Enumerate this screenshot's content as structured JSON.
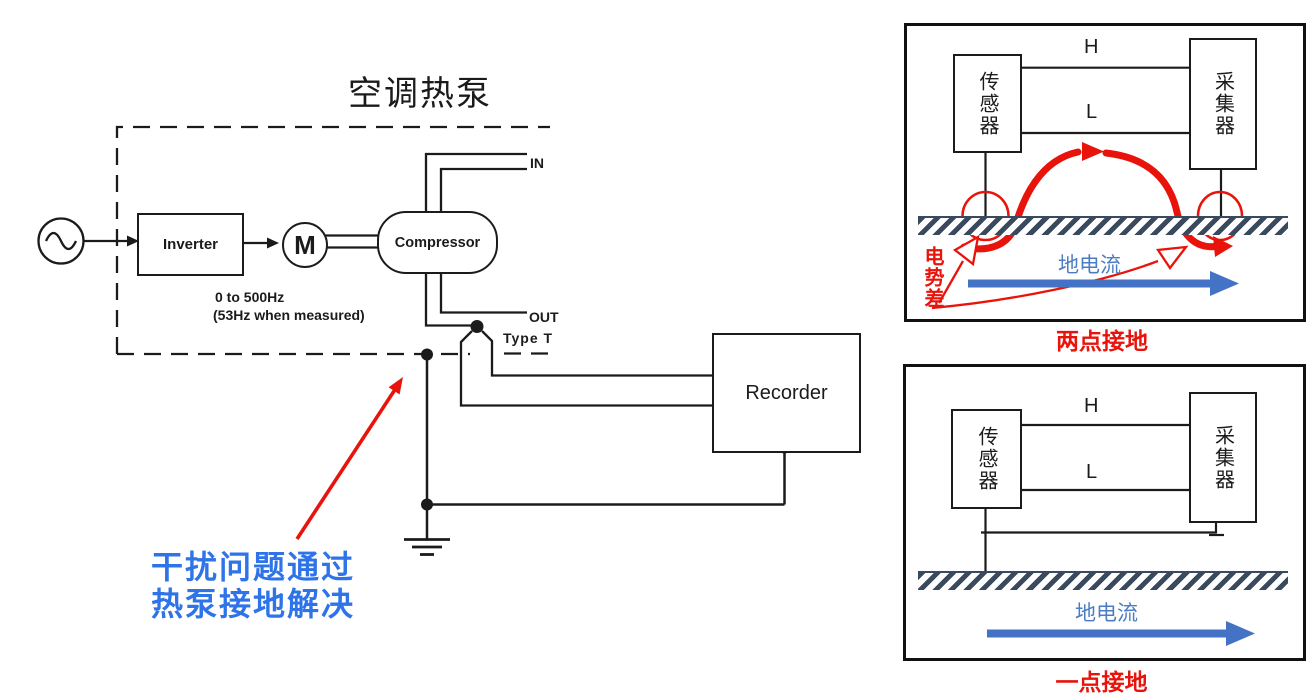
{
  "main": {
    "title": "空调热泵",
    "inverter": "Inverter",
    "motor": "M",
    "compressor": "Compressor",
    "freq1": "0 to 500Hz",
    "freq2": "(53Hz when measured)",
    "in": "IN",
    "out": "OUT",
    "type_t": "Type T",
    "recorder": "Recorder",
    "note1": "干扰问题通过",
    "note2": "热泵接地解决"
  },
  "two_point": {
    "sensor": "传感器",
    "collector": "采集器",
    "h": "H",
    "l": "L",
    "potential": "电势差",
    "ground_current": "地电流",
    "caption": "两点接地"
  },
  "one_point": {
    "sensor": "传感器",
    "collector": "采集器",
    "h": "H",
    "l": "L",
    "ground_current": "地电流",
    "caption": "一点接地"
  },
  "colors": {
    "ink": "#1b1b1b",
    "annotation_blue": "#2e74e8",
    "diagram_blue": "#4472c4",
    "diagram_blue_text": "#4c7dc4",
    "red": "#e8140c",
    "hatch": "#3a4a5e"
  }
}
